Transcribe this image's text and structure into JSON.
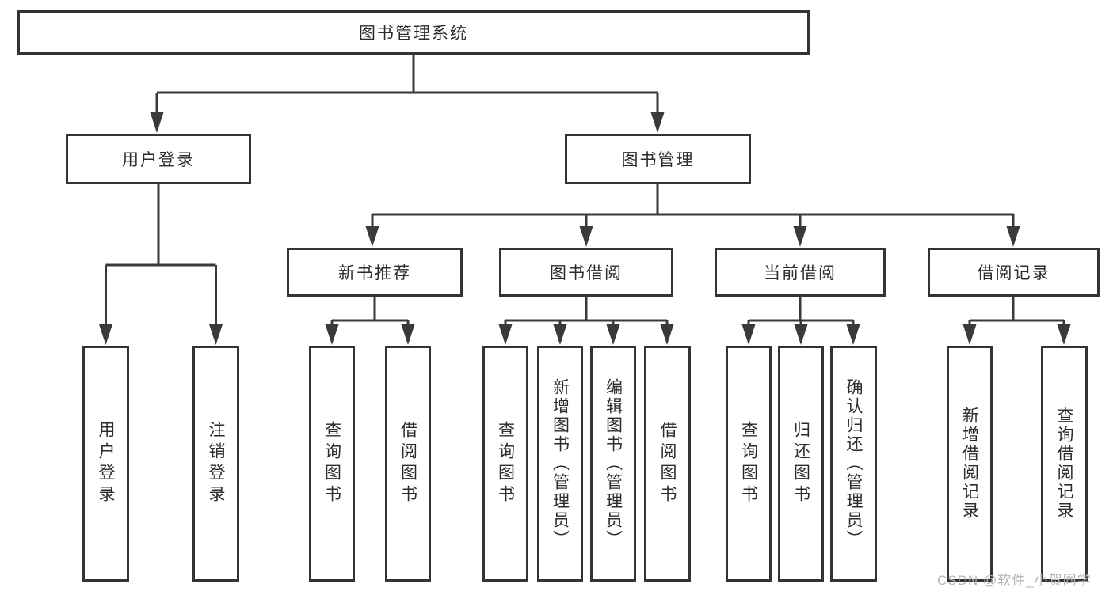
{
  "watermark": "CSDN @软件_小贺同学",
  "colors": {
    "line": "#3a3a3a",
    "border": "#343434",
    "text": "#2c2c2c",
    "watermark": "#b4b4b7",
    "background": "#ffffff"
  },
  "nodes": {
    "root": {
      "label": "图书管理系统"
    },
    "user_login": {
      "label": "用户登录"
    },
    "book_mgmt": {
      "label": "图书管理"
    },
    "new_book_rec": {
      "label": "新书推荐"
    },
    "book_borrow": {
      "label": "图书借阅"
    },
    "current_borrow": {
      "label": "当前借阅"
    },
    "borrow_record": {
      "label": "借阅记录"
    },
    "leaf_user_login": {
      "label": "用户登录"
    },
    "leaf_logout": {
      "label": "注销登录"
    },
    "leaf_query_book_rec": {
      "label": "查询图书"
    },
    "leaf_borrow_book_rec": {
      "label": "借阅图书"
    },
    "leaf_query_book_borrow": {
      "label": "查询图书"
    },
    "leaf_add_book_admin": {
      "label": "新增图书（管理员）"
    },
    "leaf_edit_book_admin": {
      "label": "编辑图书（管理员）"
    },
    "leaf_borrow_book_borrow": {
      "label": "借阅图书"
    },
    "leaf_query_book_current": {
      "label": "查询图书"
    },
    "leaf_return_book": {
      "label": "归还图书"
    },
    "leaf_confirm_return_admin": {
      "label": "确认归还（管理员）"
    },
    "leaf_add_borrow_record": {
      "label": "新增借阅记录"
    },
    "leaf_query_borrow_record": {
      "label": "查询借阅记录"
    }
  }
}
